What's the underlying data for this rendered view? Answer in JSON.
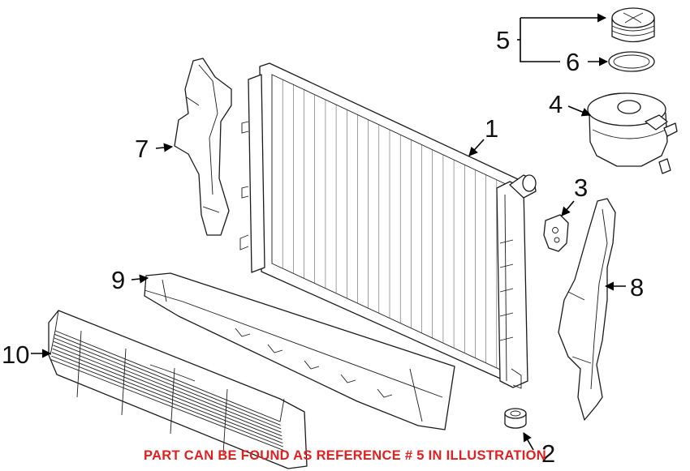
{
  "callouts": {
    "c1": "1",
    "c2": "2",
    "c3": "3",
    "c4": "4",
    "c5": "5",
    "c6": "6",
    "c7": "7",
    "c8": "8",
    "c9": "9",
    "c10": "10"
  },
  "notice": {
    "text": "PART CAN BE FOUND AS REFERENCE # 5 IN ILLUSTRATION",
    "color": "#e02020"
  },
  "colors": {
    "line": "#1a1a1a",
    "background": "#ffffff"
  }
}
